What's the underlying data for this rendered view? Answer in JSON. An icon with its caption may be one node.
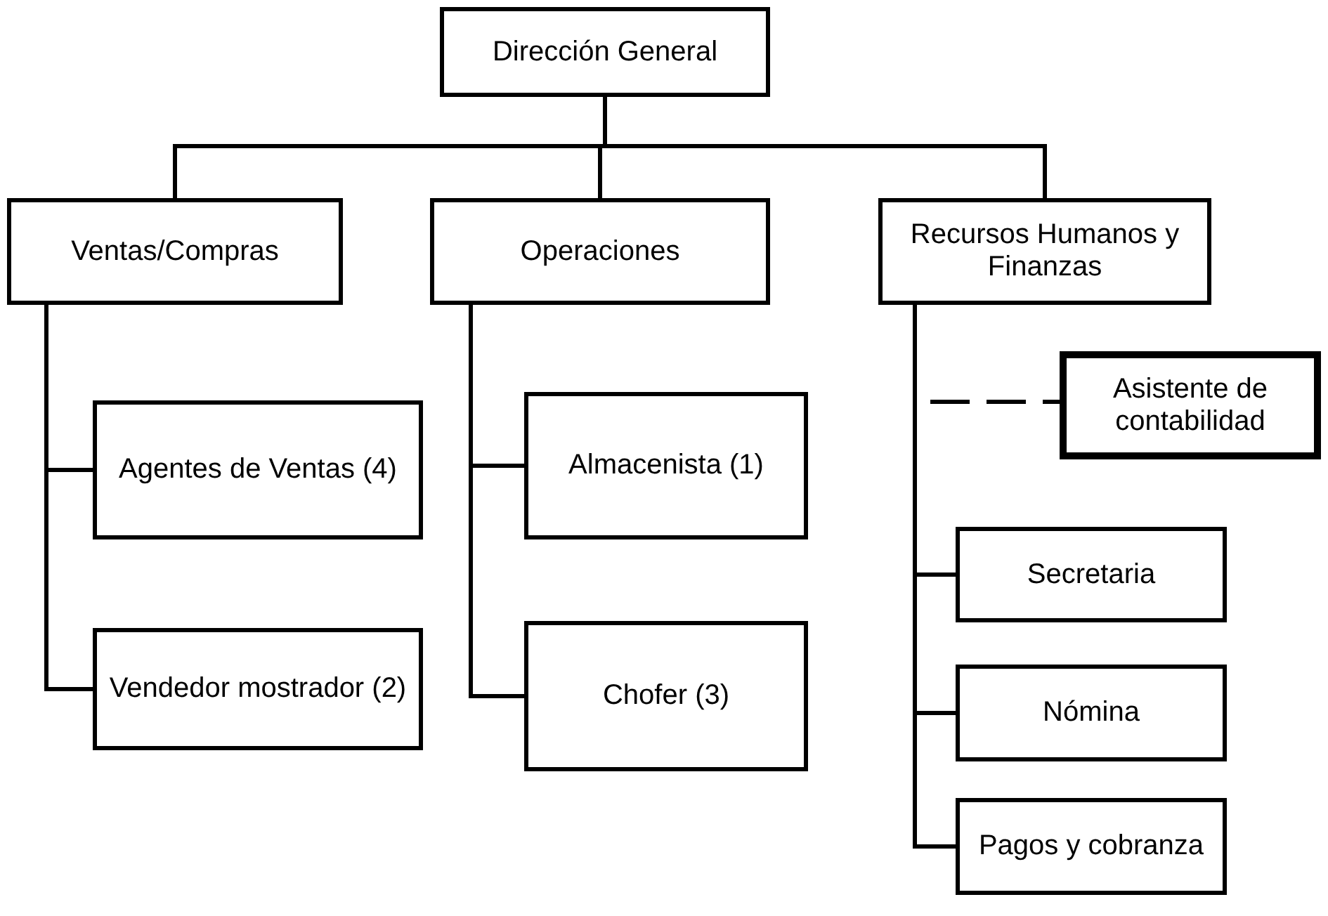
{
  "diagram": {
    "nodes": [
      {
        "text": [
          "Dirección General"
        ]
      },
      {
        "text": [
          "Ventas/Compras"
        ]
      },
      {
        "text": [
          "Operaciones"
        ]
      },
      {
        "text": [
          "Recursos Humanos y Finanzas"
        ]
      },
      {
        "text": [
          "Agentes de Ventas (4)"
        ]
      },
      {
        "text": [
          "Vendedor mostrador (2)"
        ]
      },
      {
        "text": [
          "Almacenista (1)"
        ]
      },
      {
        "text": [
          "Chofer (3)"
        ]
      },
      {
        "text": [
          "Asistente de contabilidad"
        ]
      },
      {
        "text": [
          "Secretaria"
        ]
      },
      {
        "text": [
          "Nómina"
        ]
      },
      {
        "text": [
          "Pagos y cobranza"
        ]
      }
    ],
    "edges": [
      {
        "from": 0,
        "to": 1,
        "arrow": "none"
      },
      {
        "from": 0,
        "to": 2,
        "arrow": "none"
      },
      {
        "from": 0,
        "to": 3,
        "arrow": "none"
      },
      {
        "from": 1,
        "to": 4,
        "arrow": "none"
      },
      {
        "from": 1,
        "to": 5,
        "arrow": "none"
      },
      {
        "from": 2,
        "to": 6,
        "arrow": "none"
      },
      {
        "from": 2,
        "to": 7,
        "arrow": "none"
      },
      {
        "from": 3,
        "to": 8,
        "arrow": "none",
        "style": "dashed"
      },
      {
        "from": 3,
        "to": 9,
        "arrow": "none"
      },
      {
        "from": 3,
        "to": 10,
        "arrow": "none"
      },
      {
        "from": 3,
        "to": 11,
        "arrow": "none"
      }
    ]
  }
}
